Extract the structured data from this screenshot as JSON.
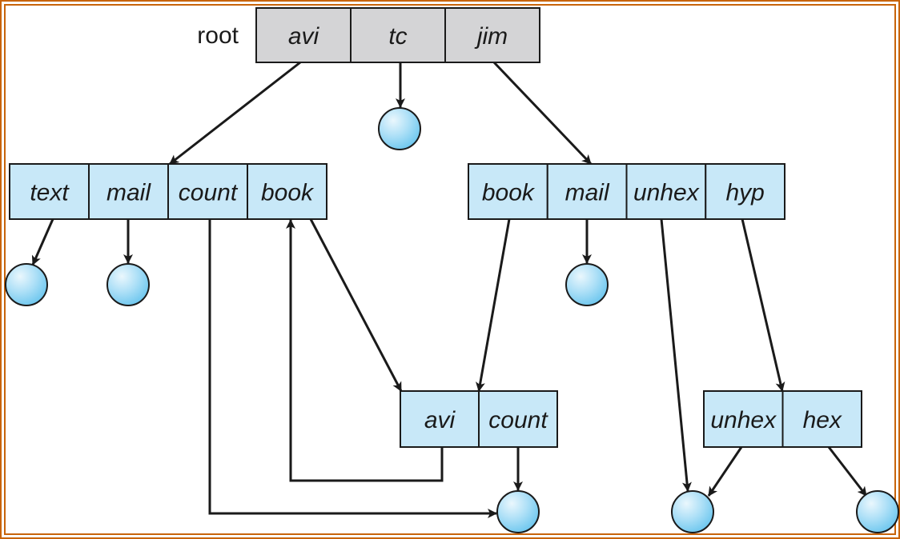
{
  "diagram": {
    "title": "Acyclic-graph directory structure",
    "root_label": "root",
    "colors": {
      "frame": "#c8640a",
      "root_fill": "#d4d4d6",
      "dir_fill": "#c8e8f8",
      "file_fill": "#8fd4f4",
      "stroke": "#1a1a1a"
    },
    "directories": [
      {
        "id": "root",
        "kind": "root",
        "entries": [
          "avi",
          "tc",
          "jim"
        ]
      },
      {
        "id": "avi_dir",
        "kind": "dir",
        "entries": [
          "text",
          "mail",
          "count",
          "book"
        ]
      },
      {
        "id": "jim_dir",
        "kind": "dir",
        "entries": [
          "book",
          "mail",
          "unhex",
          "hyp"
        ]
      },
      {
        "id": "book_dir",
        "kind": "dir",
        "entries": [
          "avi",
          "count"
        ]
      },
      {
        "id": "hyp_dir",
        "kind": "dir",
        "entries": [
          "unhex",
          "hex"
        ]
      }
    ],
    "files": [
      "tc_file",
      "text_file",
      "mail_file_avi",
      "mail_file_jim",
      "count_file",
      "unhex_file",
      "hex_file"
    ],
    "edges": [
      {
        "from": "root.avi",
        "to": "avi_dir"
      },
      {
        "from": "root.tc",
        "to": "tc_file"
      },
      {
        "from": "root.jim",
        "to": "jim_dir"
      },
      {
        "from": "avi_dir.text",
        "to": "text_file"
      },
      {
        "from": "avi_dir.mail",
        "to": "mail_file_avi"
      },
      {
        "from": "avi_dir.count",
        "to": "count_file"
      },
      {
        "from": "avi_dir.book",
        "to": "book_dir"
      },
      {
        "from": "jim_dir.book",
        "to": "book_dir"
      },
      {
        "from": "jim_dir.mail",
        "to": "mail_file_jim"
      },
      {
        "from": "jim_dir.unhex",
        "to": "unhex_file"
      },
      {
        "from": "jim_dir.hyp",
        "to": "hyp_dir"
      },
      {
        "from": "book_dir.avi",
        "to": "avi_dir.book"
      },
      {
        "from": "book_dir.count",
        "to": "count_file"
      },
      {
        "from": "hyp_dir.unhex",
        "to": "unhex_file"
      },
      {
        "from": "hyp_dir.hex",
        "to": "hex_file"
      }
    ]
  }
}
